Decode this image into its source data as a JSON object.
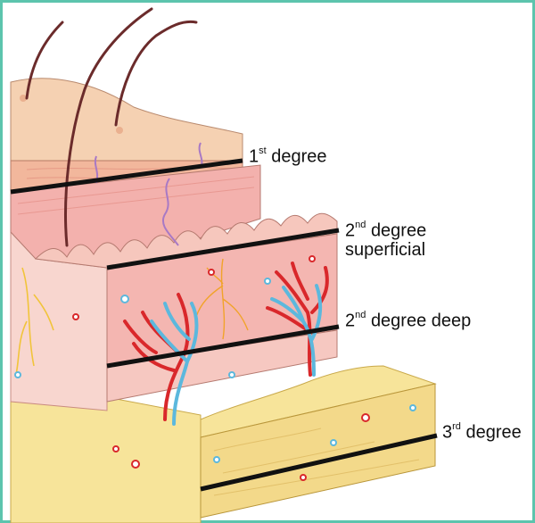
{
  "colors": {
    "frame": "#5cc4ad",
    "epidermis_surface": "#f3cfae",
    "epidermis_layer": "#f1b89d",
    "dermis": "#f4b7b3",
    "dermis_deep": "#f6c8c1",
    "fat": "#f7e49a",
    "artery": "#d9282b",
    "vein": "#5cb8dd",
    "nerve": "#f1a32a",
    "hair": "#6b2b2b",
    "depth_line": "#111111"
  },
  "labels": {
    "first": {
      "num": "1",
      "sup": "st",
      "text": "degree"
    },
    "second_superficial": {
      "num": "2",
      "sup": "nd",
      "text": "degree",
      "line2": "superficial"
    },
    "second_deep": {
      "num": "2",
      "sup": "nd",
      "text": "degree deep"
    },
    "third": {
      "num": "3",
      "sup": "rd",
      "text": "degree"
    }
  }
}
